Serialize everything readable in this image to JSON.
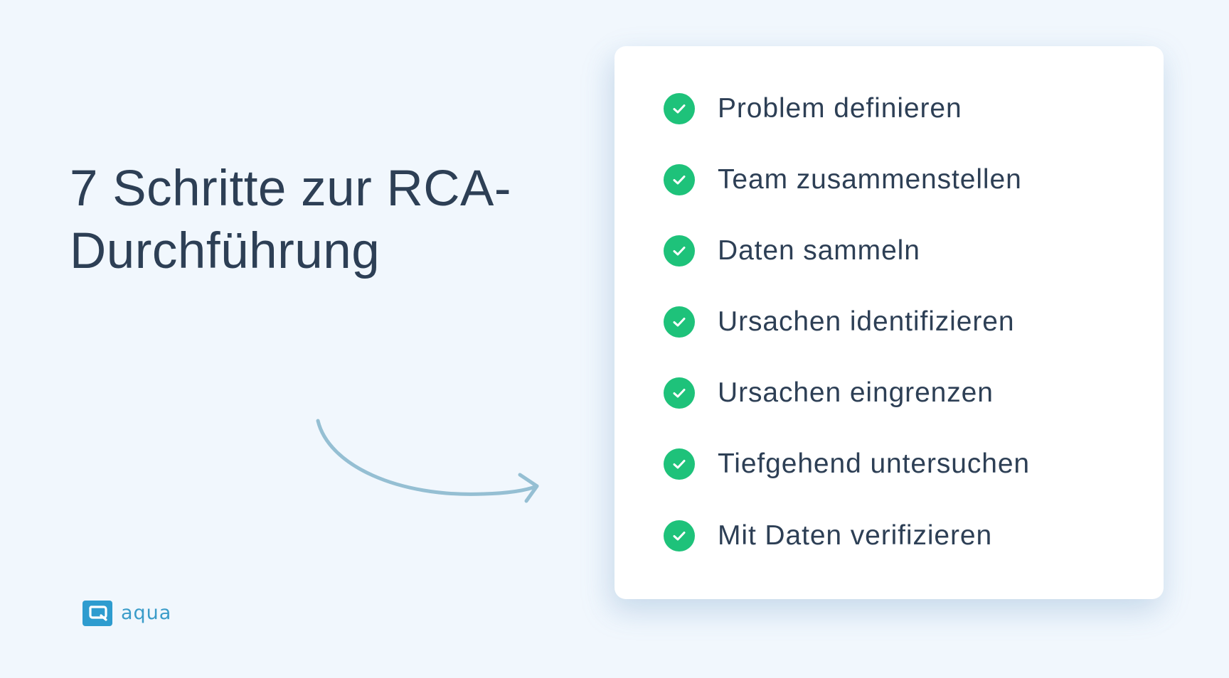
{
  "title": {
    "line1": "7 Schritte zur RCA-",
    "line2": "Durchführung"
  },
  "steps": [
    {
      "label": "Problem definieren",
      "icon": "check-circle-icon"
    },
    {
      "label": "Team zusammenstellen",
      "icon": "check-circle-icon"
    },
    {
      "label": "Daten sammeln",
      "icon": "check-circle-icon"
    },
    {
      "label": "Ursachen identifizieren",
      "icon": "check-circle-icon"
    },
    {
      "label": "Ursachen eingrenzen",
      "icon": "check-circle-icon"
    },
    {
      "label": "Tiefgehend untersuchen",
      "icon": "check-circle-icon"
    },
    {
      "label": "Mit Daten verifizieren",
      "icon": "check-circle-icon"
    }
  ],
  "logo": {
    "text": "aqua"
  },
  "colors": {
    "background": "#f1f7fd",
    "text": "#2d3f55",
    "check": "#1ec27a",
    "arrow": "#95bfd3",
    "brand": "#2e9ccf"
  }
}
